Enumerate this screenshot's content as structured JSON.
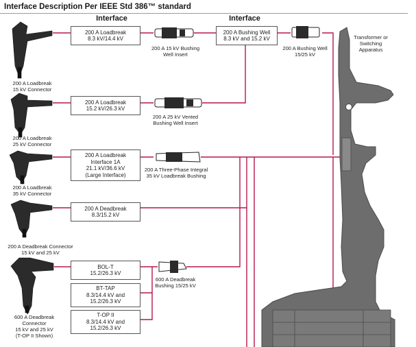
{
  "title": "Interface Description Per IEEE Std 386™ standard",
  "headers": {
    "interface_left": "Interface",
    "interface_right": "Interface"
  },
  "connectors": [
    {
      "label": "200 A Loadbreak\n15 kV Connector"
    },
    {
      "label": "200 A Loadbreak\n25 kV Connector"
    },
    {
      "label": "200 A Loadbreak\n35 kV Connector"
    },
    {
      "label": "200 A Deadbreak Connector\n15 kV and 25 kV"
    },
    {
      "label": "600 A Deadbreak\nConnector\n15 kV and 25 kV\n(T-OP II Shown)"
    }
  ],
  "interfaces": [
    {
      "text": "200 A Loadbreak\n8.3 kV/14.4 kV"
    },
    {
      "text": "200 A Loadbreak\n15.2 kV/26.3 kV"
    },
    {
      "text": "200 A Loadbreak\nInterface 1A\n21.1 kV/36.6 kV\n(Large Interface)"
    },
    {
      "text": "200 A Deadbreak\n8.3/15.2 kV"
    },
    {
      "text": "BOL-T\n15.2/26.3 kV"
    },
    {
      "text": "BT-TAP\n8.3/14.4 kV and\n15.2/26.3 kV"
    },
    {
      "text": "T-OP II\n8.3/14.4 kV and\n15.2/26.3 kV"
    }
  ],
  "inserts": [
    {
      "label": "200 A 15 kV Bushing\nWell Insert"
    },
    {
      "label": "200 A 25 kV Vented\nBushing Well Insert"
    },
    {
      "label": "200 A Three-Phase Integral\n35 kV Loadbreak Bushing"
    },
    {
      "label": "600 A Deadbreak\nBushing 15/25 kV"
    }
  ],
  "bushing_well": {
    "text": "200 A Bushing Well\n8.3 kV and 15.2 kV"
  },
  "bushing_well_part": {
    "label": "200 A Bushing Well\n15/25 kV"
  },
  "apparatus": {
    "label": "Transformer or\nSwitching\nApparatus"
  },
  "colors": {
    "line": "#b5174b",
    "apparatus": "#6d6d6d",
    "box_border": "#555555"
  }
}
